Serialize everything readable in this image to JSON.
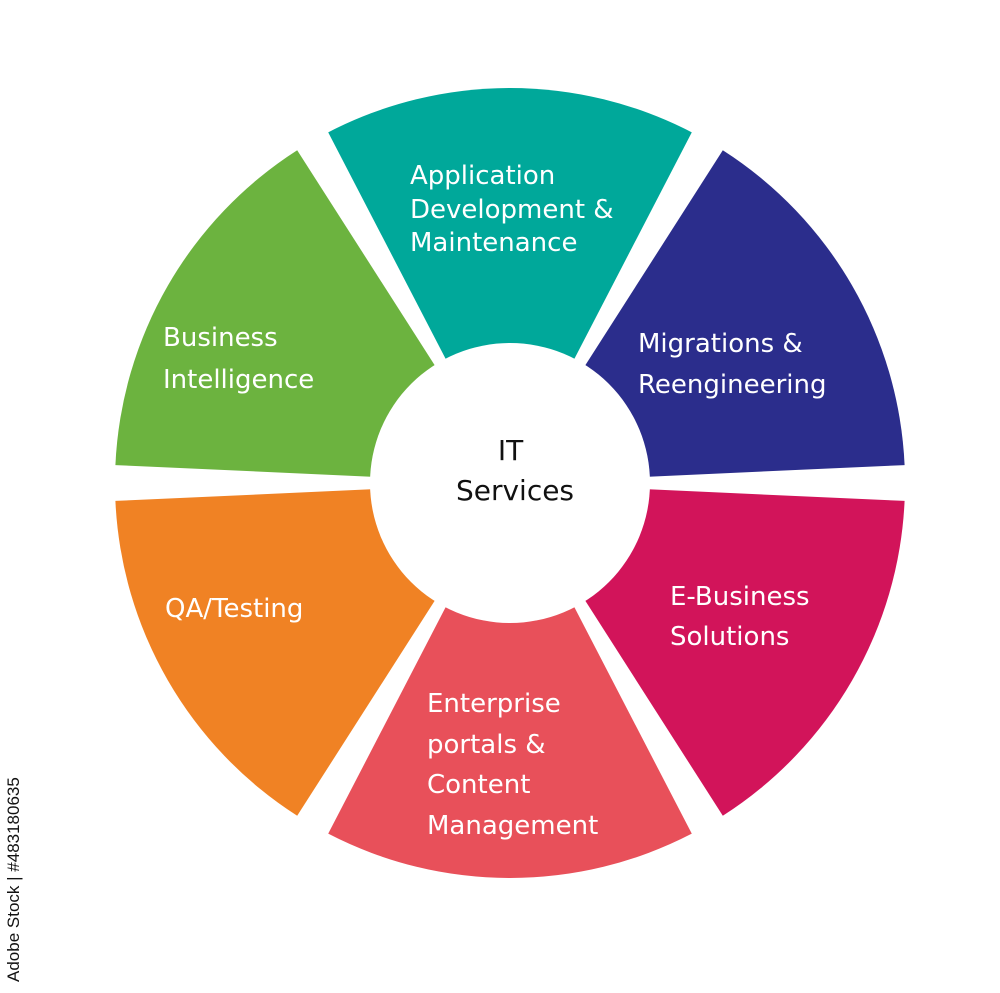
{
  "diagram": {
    "center": {
      "lines": [
        "IT",
        "Services"
      ]
    },
    "segments": [
      {
        "id": "application-development",
        "lines": [
          "Application",
          "Development &",
          "Maintenance"
        ],
        "color": "#00A89A"
      },
      {
        "id": "migrations-reengineering",
        "lines": [
          "Migrations &",
          "Reengineering"
        ],
        "color": "#2B2D8C"
      },
      {
        "id": "e-business-solutions",
        "lines": [
          "E-Business",
          "Solutions"
        ],
        "color": "#D2145A"
      },
      {
        "id": "enterprise-portals",
        "lines": [
          "Enterprise",
          "portals &",
          "Content",
          "Management"
        ],
        "color": "#E8505A"
      },
      {
        "id": "qa-testing",
        "lines": [
          "QA/Testing"
        ],
        "color": "#F08224"
      },
      {
        "id": "business-intelligence",
        "lines": [
          "Business",
          "Intelligence"
        ],
        "color": "#6CB33F"
      }
    ]
  },
  "stock_id": "483180635",
  "stock_brand": "Adobe Stock"
}
